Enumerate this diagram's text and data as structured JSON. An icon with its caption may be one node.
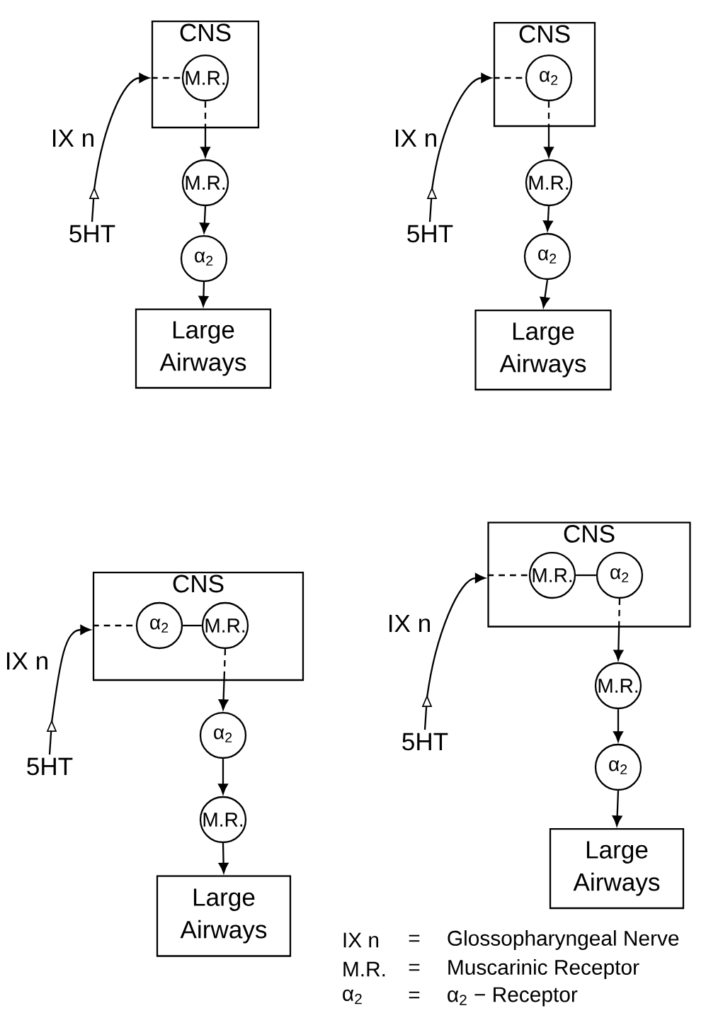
{
  "diagram": {
    "nodes": [
      {
        "text": [
          "CNS"
        ]
      },
      {
        "text": [
          "M.R."
        ],
        "in": 0
      },
      {
        "text": [
          "M.R."
        ]
      },
      {
        "text": [
          "α$_{2}$"
        ]
      },
      {
        "text": [
          "Large Airways"
        ]
      },
      {
        "text": [
          "5HT"
        ]
      },
      {
        "text": [
          "CNS"
        ]
      },
      {
        "text": [
          "α$_{2}$"
        ],
        "in": 6
      },
      {
        "text": [
          "M.R."
        ]
      },
      {
        "text": [
          "α$_{2}$"
        ]
      },
      {
        "text": [
          "Large Airways"
        ]
      },
      {
        "text": [
          "5HT"
        ]
      },
      {
        "text": [
          "CNS"
        ]
      },
      {
        "text": [
          "α$_{2}$"
        ],
        "in": 12
      },
      {
        "text": [
          "M.R."
        ],
        "in": 12
      },
      {
        "text": [
          "α$_{2}$"
        ]
      },
      {
        "text": [
          "M.R."
        ]
      },
      {
        "text": [
          "Large Airways"
        ]
      },
      {
        "text": [
          "5HT"
        ]
      },
      {
        "text": [
          "CNS"
        ]
      },
      {
        "text": [
          "M.R."
        ],
        "in": 19
      },
      {
        "text": [
          "α$_{2}$"
        ],
        "in": 19
      },
      {
        "text": [
          "M.R."
        ]
      },
      {
        "text": [
          "α$_{2}$"
        ]
      },
      {
        "text": [
          "Large Airways"
        ]
      },
      {
        "text": [
          "5HT"
        ]
      }
    ],
    "edges": [
      {
        "from": 5,
        "to": 0,
        "arrow": "to",
        "label": "IX n"
      },
      {
        "from": 0,
        "to": 1,
        "arrow": "none",
        "style": "dashed"
      },
      {
        "from": 1,
        "to": 2,
        "arrow": "to",
        "style": "dashed"
      },
      {
        "from": 2,
        "to": 3,
        "arrow": "to"
      },
      {
        "from": 3,
        "to": 4,
        "arrow": "to"
      },
      {
        "from": 11,
        "to": 6,
        "arrow": "to",
        "label": "IX n"
      },
      {
        "from": 6,
        "to": 7,
        "arrow": "none",
        "style": "dashed"
      },
      {
        "from": 7,
        "to": 8,
        "arrow": "to",
        "style": "dashed"
      },
      {
        "from": 8,
        "to": 9,
        "arrow": "to"
      },
      {
        "from": 9,
        "to": 10,
        "arrow": "to"
      },
      {
        "from": 18,
        "to": 12,
        "arrow": "to",
        "label": "IX n"
      },
      {
        "from": 12,
        "to": 13,
        "arrow": "none",
        "style": "dashed"
      },
      {
        "from": 13,
        "to": 14,
        "arrow": "none"
      },
      {
        "from": 14,
        "to": 15,
        "arrow": "to",
        "style": "dashed"
      },
      {
        "from": 15,
        "to": 16,
        "arrow": "to"
      },
      {
        "from": 16,
        "to": 17,
        "arrow": "to"
      },
      {
        "from": 25,
        "to": 19,
        "arrow": "to",
        "label": "IX n"
      },
      {
        "from": 19,
        "to": 20,
        "arrow": "none",
        "style": "dashed"
      },
      {
        "from": 20,
        "to": 21,
        "arrow": "none"
      },
      {
        "from": 21,
        "to": 22,
        "arrow": "to",
        "style": "dashed"
      },
      {
        "from": 22,
        "to": 23,
        "arrow": "to"
      },
      {
        "from": 23,
        "to": 24,
        "arrow": "to"
      }
    ],
    "labels": [
      "IX n",
      "=",
      "Glossopharyngeal Nerve",
      "M.R.",
      "=",
      "Muscarinic Receptor",
      "α$_{2}$",
      "=",
      "α$_{2}$ − Receptor"
    ]
  }
}
